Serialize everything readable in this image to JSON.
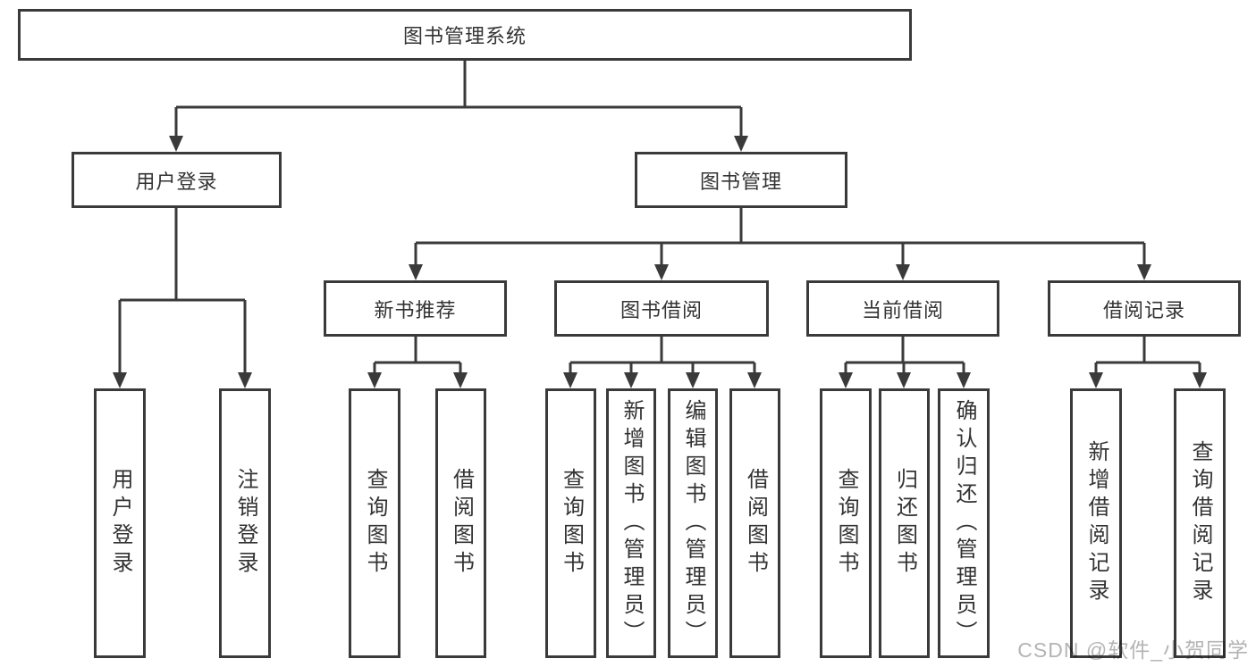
{
  "tree": {
    "label": "图书管理系统",
    "children": [
      {
        "label": "用户登录",
        "children": [
          {
            "label": "用户登录"
          },
          {
            "label": "注销登录"
          }
        ]
      },
      {
        "label": "图书管理",
        "children": [
          {
            "label": "新书推荐",
            "children": [
              {
                "label": "查询图书"
              },
              {
                "label": "借阅图书"
              }
            ]
          },
          {
            "label": "图书借阅",
            "children": [
              {
                "label": "查询图书"
              },
              {
                "label": "新增图书（管理员）"
              },
              {
                "label": "编辑图书（管理员）"
              },
              {
                "label": "借阅图书"
              }
            ]
          },
          {
            "label": "当前借阅",
            "children": [
              {
                "label": "查询图书"
              },
              {
                "label": "归还图书"
              },
              {
                "label": "确认归还（管理员）"
              }
            ]
          },
          {
            "label": "借阅记录",
            "children": [
              {
                "label": "新增借阅记录"
              },
              {
                "label": "查询借阅记录"
              }
            ]
          }
        ]
      }
    ]
  },
  "watermark": {
    "text": "CSDN @软件_小贺同学"
  },
  "colors": {
    "line": "#3a3a3a",
    "box_border": "#3a3a3a",
    "box_fill": "#ffffff",
    "text": "#333333",
    "watermark": "#b4b4b4",
    "background": "#ffffff"
  }
}
